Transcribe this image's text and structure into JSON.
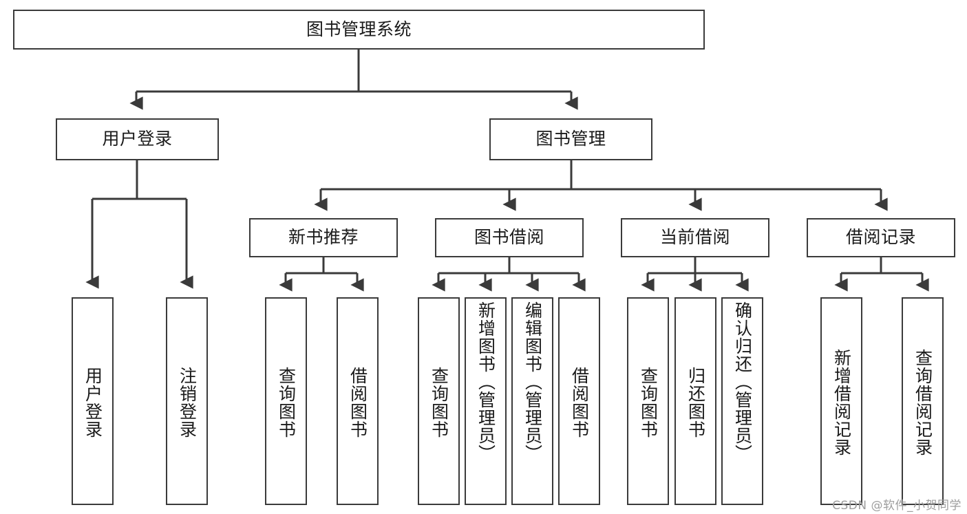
{
  "diagram": {
    "title": "图书管理系统",
    "type": "tree-hierarchy",
    "root": {
      "id": "root",
      "label": "图书管理系统",
      "orientation": "horizontal"
    },
    "level2": [
      {
        "id": "user-login",
        "label": "用户登录",
        "orientation": "horizontal"
      },
      {
        "id": "book-management",
        "label": "图书管理",
        "orientation": "horizontal"
      }
    ],
    "level3": [
      {
        "id": "new-book-recommend",
        "label": "新书推荐",
        "orientation": "horizontal",
        "parent": "book-management"
      },
      {
        "id": "book-borrow",
        "label": "图书借阅",
        "orientation": "horizontal",
        "parent": "book-management"
      },
      {
        "id": "current-borrow",
        "label": "当前借阅",
        "orientation": "horizontal",
        "parent": "book-management"
      },
      {
        "id": "borrow-record",
        "label": "借阅记录",
        "orientation": "horizontal",
        "parent": "book-management"
      }
    ],
    "leaves": [
      {
        "id": "leaf-user-login",
        "label": "用户登录",
        "parent": "user-login"
      },
      {
        "id": "leaf-logout-login",
        "label": "注销登录",
        "parent": "user-login"
      },
      {
        "id": "leaf-query-book-1",
        "label": "查询图书",
        "parent": "new-book-recommend"
      },
      {
        "id": "leaf-borrow-book-1",
        "label": "借阅图书",
        "parent": "new-book-recommend"
      },
      {
        "id": "leaf-query-book-2",
        "label": "查询图书",
        "parent": "book-borrow"
      },
      {
        "id": "leaf-add-book",
        "label": "新增图书（管理员）",
        "parent": "book-borrow"
      },
      {
        "id": "leaf-edit-book",
        "label": "编辑图书（管理员）",
        "parent": "book-borrow"
      },
      {
        "id": "leaf-borrow-book-2",
        "label": "借阅图书",
        "parent": "book-borrow"
      },
      {
        "id": "leaf-query-book-3",
        "label": "查询图书",
        "parent": "current-borrow"
      },
      {
        "id": "leaf-return-book",
        "label": "归还图书",
        "parent": "current-borrow"
      },
      {
        "id": "leaf-confirm-return",
        "label": "确认归还（管理员）",
        "parent": "current-borrow"
      },
      {
        "id": "leaf-add-record",
        "label": "新增借阅记录",
        "parent": "borrow-record"
      },
      {
        "id": "leaf-query-record",
        "label": "查询借阅记录",
        "parent": "borrow-record"
      }
    ],
    "colors": {
      "box_border": "#3a3a3a",
      "box_fill": "#ffffff",
      "connector": "#3a3a3a",
      "text": "#1a1a1a",
      "watermark": "#9d9d9d",
      "background": "#ffffff"
    }
  },
  "watermark": {
    "text": "CSDN @软件_小贺同学"
  }
}
